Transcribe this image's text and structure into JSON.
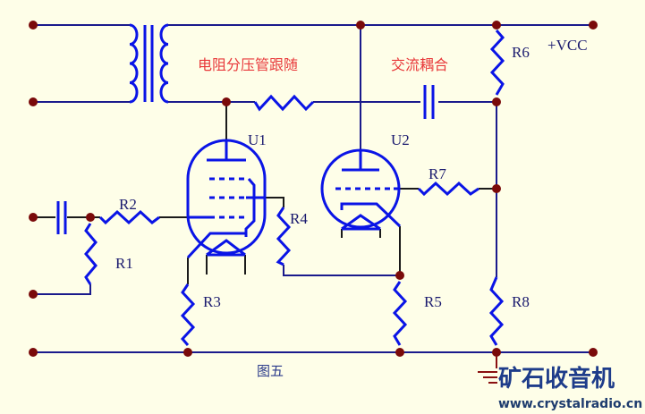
{
  "diagram": {
    "title": "图五",
    "annotations": {
      "divider_follower": "电阻分压管跟随",
      "ac_coupling": "交流耦合"
    },
    "supply_label": "+VCC",
    "components": {
      "tubes": [
        "U1",
        "U2"
      ],
      "resistors": [
        "R1",
        "R2",
        "R3",
        "R4",
        "R5",
        "R6",
        "R7",
        "R8"
      ]
    },
    "colors": {
      "component": "#0a14e6",
      "wire": "#1a1a8c",
      "junction": "#7a0a0a",
      "annotation": "#e8383a",
      "background": "#fefee8"
    }
  },
  "watermark": {
    "logo_text": "矿石收音机",
    "url": "www.crystalradio.cn"
  }
}
